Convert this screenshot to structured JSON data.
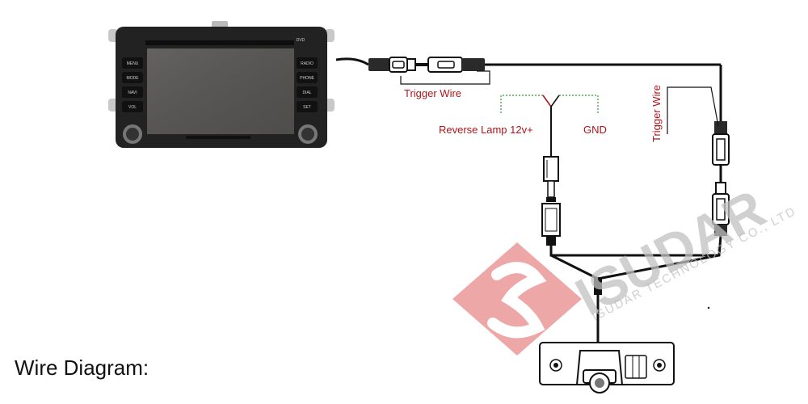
{
  "diagram": {
    "title": "Wire Diagram:",
    "labels": {
      "trigger_wire_head_unit": "Trigger Wire",
      "trigger_wire_camera": "Trigger Wire",
      "reverse_lamp": "Reverse Lamp 12v+",
      "ground": "GND"
    },
    "head_unit": {
      "left_buttons": [
        "MENU",
        "MODE",
        "NAVI",
        "VOL"
      ],
      "right_buttons": [
        "RADIO",
        "PHONE",
        "DIAL",
        "SET"
      ],
      "top_labels": [
        "DVD"
      ]
    },
    "watermark": {
      "brand": "ISUDAR",
      "subtitle": "ISUDAR TECHNOLOGY CO., LTD"
    },
    "colors": {
      "label_red": "#b0151b",
      "wire_dotted_green": "#2e9a3a",
      "watermark_red": "#e06060",
      "wire_black": "#111111"
    }
  }
}
